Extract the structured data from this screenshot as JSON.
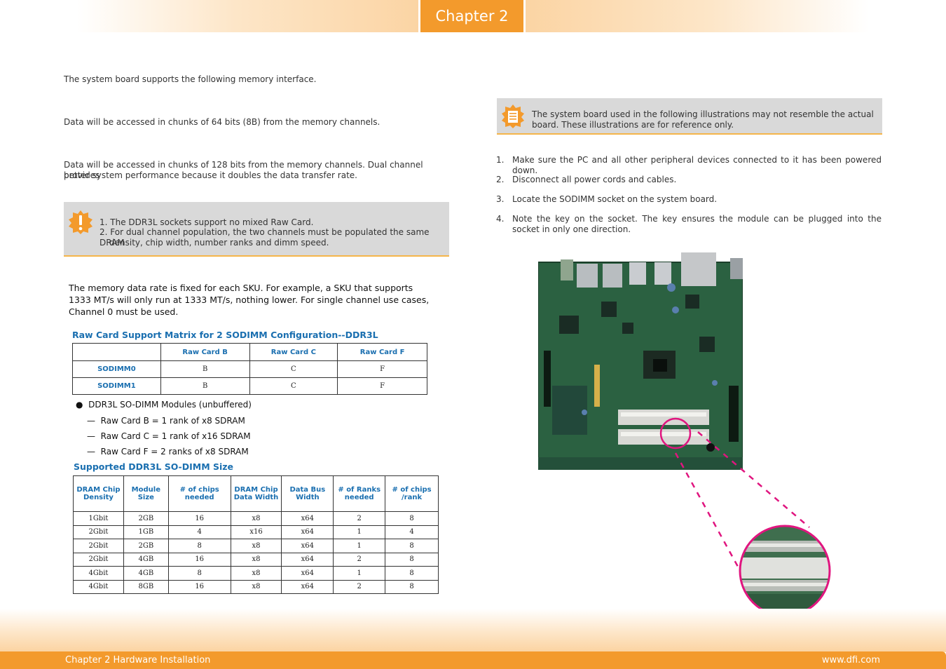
{
  "header": {
    "chapter_tab": "Chapter 2"
  },
  "footer": {
    "left": "Chapter 2 Hardware Installation",
    "right": "www.dfi.com"
  },
  "left": {
    "p1": "The system board supports the following memory interface.",
    "p2": "Data will be accessed in chunks of 64 bits (8B) from the memory channels.",
    "p3a": "Data will be accessed in chunks of 128 bits from the memory channels. Dual channel provides",
    "p3b": "better system performance because it doubles the data transfer rate.",
    "note": {
      "line1": "1. The DDR3L sockets support no mixed Raw Card.",
      "line2": "2. For dual channel population, the two channels must be populated the same DRAM",
      "line3": "density, chip width, number ranks and dimm speed."
    },
    "scan": {
      "intro1": "The memory data rate is fixed for each SKU. For example, a SKU that supports",
      "intro2": "1333 MT/s will only run at 1333 MT/s, nothing lower. For single channel use cases,",
      "intro3": "Channel 0 must be used.",
      "matrix_title": "Raw Card Support Matrix for 2 SODIMM Configuration--DDR3L",
      "matrix_headers": [
        "",
        "Raw Card B",
        "Raw Card C",
        "Raw Card F"
      ],
      "matrix_rows": [
        [
          "SODIMM0",
          "B",
          "C",
          "F"
        ],
        [
          "SODIMM1",
          "B",
          "C",
          "F"
        ]
      ],
      "bullet": "DDR3L SO-DIMM Modules (unbuffered)",
      "dashes": [
        "Raw Card B = 1 rank of x8 SDRAM",
        "Raw Card C = 1 rank of x16 SDRAM",
        "Raw Card F = 2 ranks of x8 SDRAM"
      ],
      "size_title": "Supported DDR3L SO-DIMM Size",
      "size_headers": [
        "DRAM Chip Density",
        "Module Size",
        "# of chips needed",
        "DRAM Chip Data Width",
        "Data Bus Width",
        "# of Ranks needed",
        "# of chips /rank"
      ],
      "size_rows": [
        [
          "1Gbit",
          "2GB",
          "16",
          "x8",
          "x64",
          "2",
          "8"
        ],
        [
          "2Gbit",
          "1GB",
          "4",
          "x16",
          "x64",
          "1",
          "4"
        ],
        [
          "2Gbit",
          "2GB",
          "8",
          "x8",
          "x64",
          "1",
          "8"
        ],
        [
          "2Gbit",
          "4GB",
          "16",
          "x8",
          "x64",
          "2",
          "8"
        ],
        [
          "4Gbit",
          "4GB",
          "8",
          "x8",
          "x64",
          "1",
          "8"
        ],
        [
          "4Gbit",
          "8GB",
          "16",
          "x8",
          "x64",
          "2",
          "8"
        ]
      ]
    }
  },
  "right": {
    "note": {
      "line1": "The system board used in the following illustrations may not resemble the actual",
      "line2": "board. These illustrations are for reference only."
    },
    "steps": [
      {
        "n": "1.",
        "t": "Make sure the PC and all other peripheral devices connected to it has been powered down."
      },
      {
        "n": "2.",
        "t": "Disconnect all power cords and cables."
      },
      {
        "n": "3.",
        "t": "Locate the SODIMM socket on the system board."
      },
      {
        "n": "4.",
        "t": "Note the key on the socket. The key ensures the module can be plugged into the socket in only one direction."
      }
    ],
    "colors": {
      "accent": "#f39a2c",
      "highlight": "#e0157f",
      "board": "#1f5a3a"
    }
  }
}
